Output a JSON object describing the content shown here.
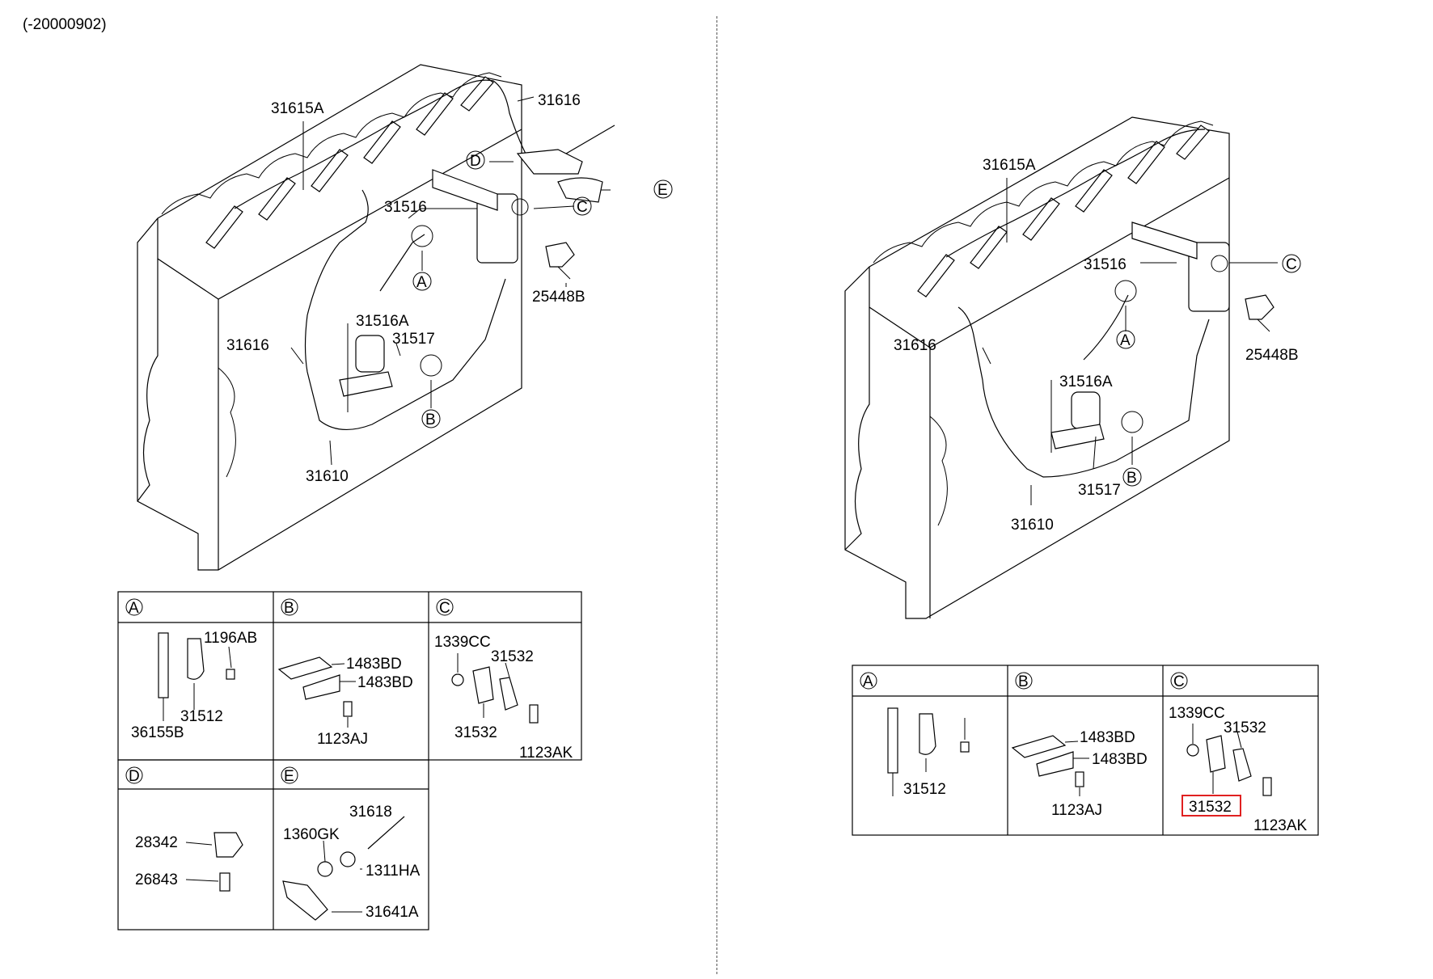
{
  "header": {
    "code": "(-20000902)"
  },
  "left_diagram": {
    "labels": {
      "l1": "31615A",
      "l2": "31616",
      "l3": "31516",
      "l4": "31516A",
      "l5": "31616",
      "l6": "31517",
      "l7": "31610",
      "l8": "25448B"
    },
    "callouts": {
      "a": "A",
      "b": "B",
      "c": "C",
      "d": "D",
      "e": "E"
    },
    "table": {
      "headers": {
        "a": "A",
        "b": "B",
        "c": "C",
        "d": "D",
        "e": "E"
      },
      "a": {
        "p1": "1196AB",
        "p2": "31512",
        "p3": "36155B"
      },
      "b": {
        "p1": "1483BD",
        "p2": "1483BD",
        "p3": "1123AJ"
      },
      "c": {
        "p1": "1339CC",
        "p2": "31532",
        "p3": "31532",
        "p4": "1123AK"
      },
      "d": {
        "p1": "28342",
        "p2": "26843"
      },
      "e": {
        "p1": "31618",
        "p2": "1360GK",
        "p3": "1311HA",
        "p4": "31641A"
      }
    }
  },
  "right_diagram": {
    "labels": {
      "l1": "31615A",
      "l2": "31516",
      "l3": "31616",
      "l4": "31516A",
      "l5": "31517",
      "l6": "31610",
      "l7": "25448B"
    },
    "callouts": {
      "a": "A",
      "b": "B",
      "c": "C"
    },
    "table": {
      "headers": {
        "a": "A",
        "b": "B",
        "c": "C"
      },
      "a": {
        "p1": "31512"
      },
      "b": {
        "p1": "1483BD",
        "p2": "1483BD",
        "p3": "1123AJ"
      },
      "c": {
        "p1": "1339CC",
        "p2": "31532",
        "p3": "31532",
        "p4": "1123AK"
      }
    }
  },
  "colors": {
    "highlight": "#e02020",
    "line": "#000000",
    "background": "#ffffff"
  }
}
